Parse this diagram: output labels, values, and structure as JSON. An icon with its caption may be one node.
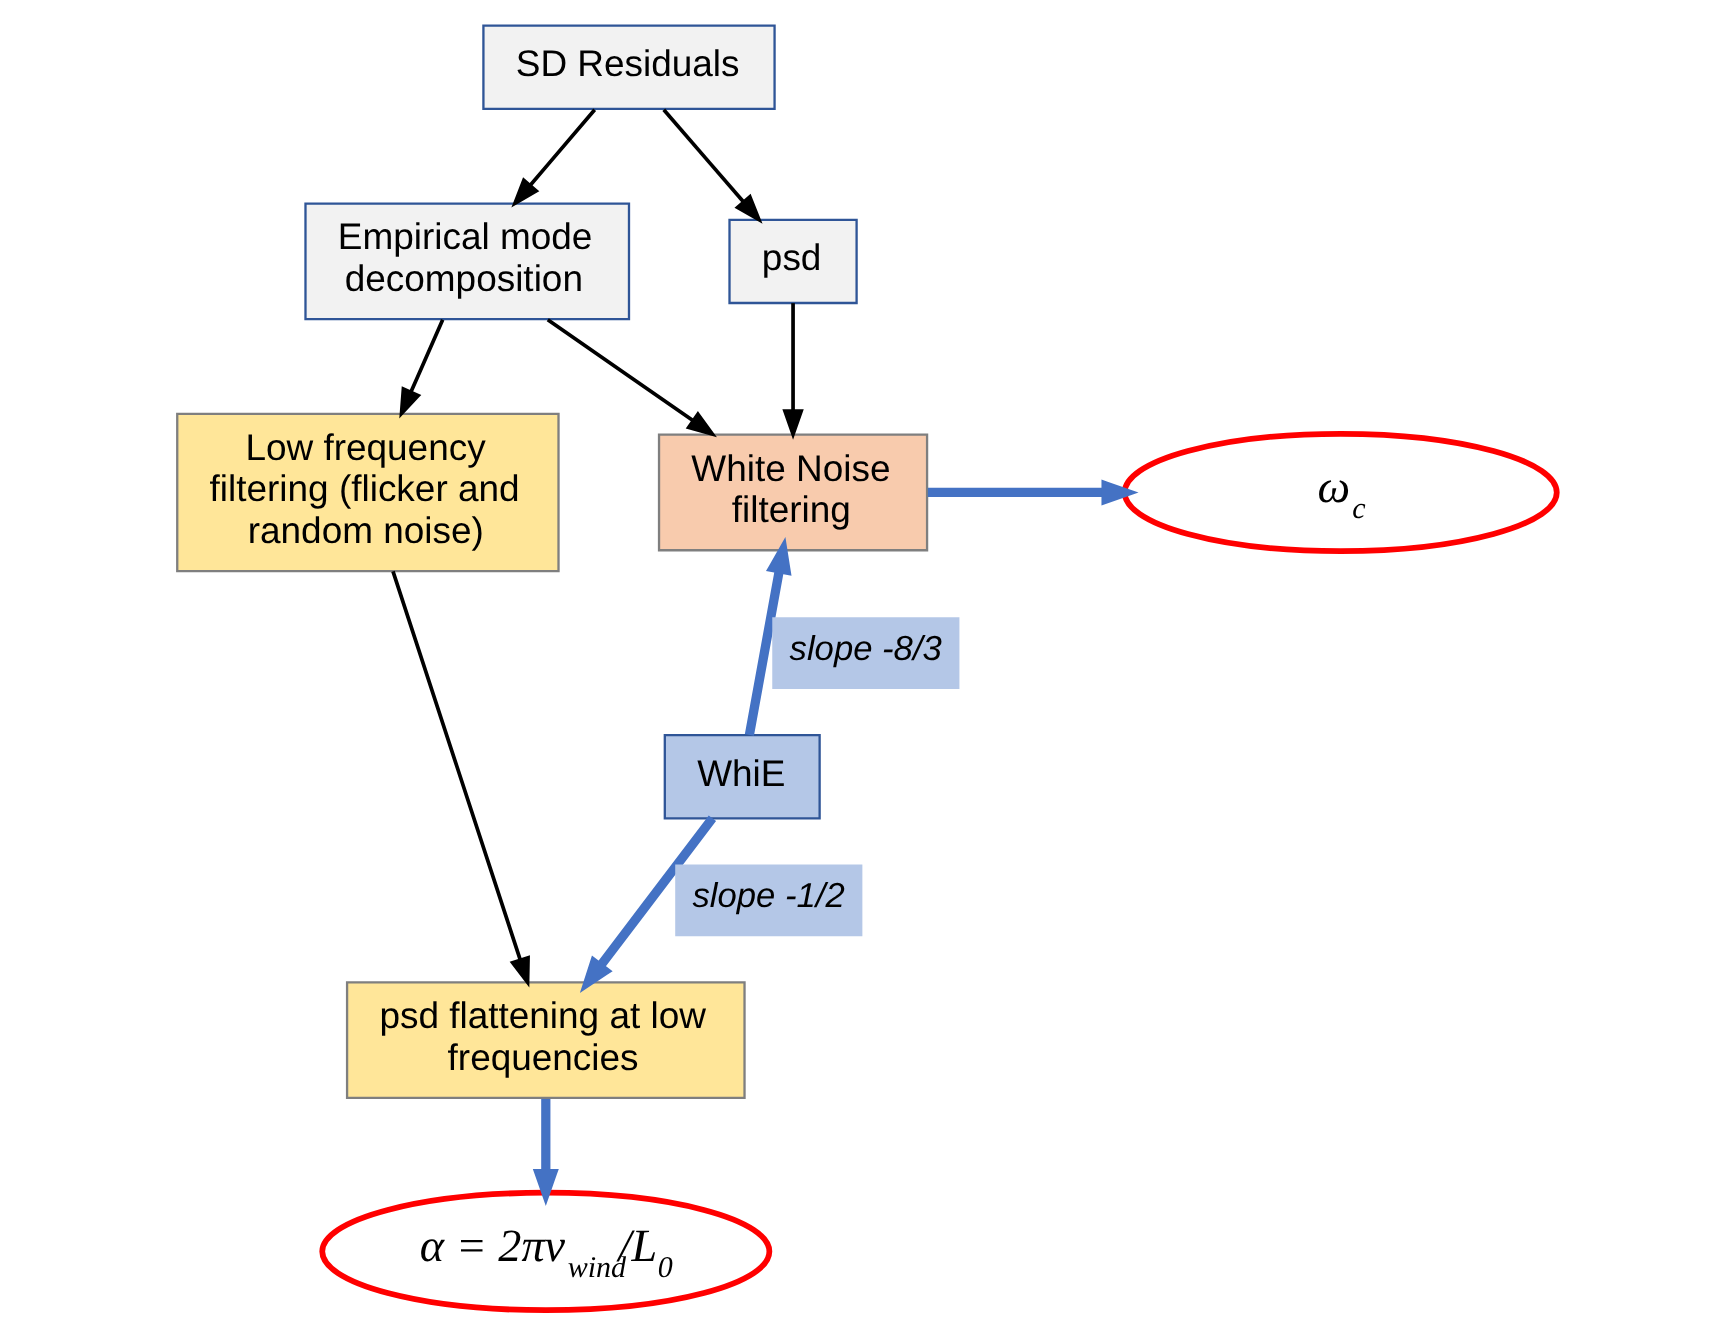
{
  "diagram": {
    "nodes": [
      {
        "text": [
          "SD Residuals"
        ]
      },
      {
        "text": [
          "Empirical mode decomposition"
        ]
      },
      {
        "text": [
          "psd"
        ]
      },
      {
        "text": [
          "Low frequency filtering (flicker and random noise)"
        ]
      },
      {
        "text": [
          "White Noise filtering"
        ]
      },
      {
        "text": [
          "ω$_{c}$"
        ]
      },
      {
        "text": [
          "WhiE"
        ]
      },
      {
        "text": [
          "psd flattening at low frequencies"
        ]
      },
      {
        "text": [
          "α = 2πv$_{wind}$/L$_{0}$"
        ]
      }
    ],
    "edges": [
      {
        "from": 0,
        "to": 1,
        "arrow": "to"
      },
      {
        "from": 0,
        "to": 2,
        "arrow": "to"
      },
      {
        "from": 1,
        "to": 3,
        "arrow": "to"
      },
      {
        "from": 1,
        "to": 4,
        "arrow": "to"
      },
      {
        "from": 2,
        "to": 4,
        "arrow": "to"
      },
      {
        "from": 4,
        "to": 5,
        "arrow": "to",
        "style": "thick",
        "color": "#4472c4"
      },
      {
        "from": 6,
        "to": 4,
        "arrow": "to",
        "label": "slope -8/3",
        "style": "thick",
        "color": "#4472c4"
      },
      {
        "from": 3,
        "to": 7,
        "arrow": "to"
      },
      {
        "from": 6,
        "to": 7,
        "arrow": "to",
        "label": "slope -1/2",
        "style": "thick",
        "color": "#4472c4"
      },
      {
        "from": 7,
        "to": 8,
        "arrow": "to",
        "style": "thick",
        "color": "#4472c4"
      }
    ]
  }
}
